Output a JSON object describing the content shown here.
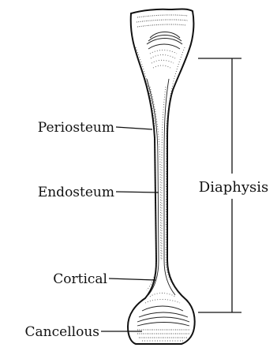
{
  "labels": {
    "periosteum": "Periosteum",
    "endosteum": "Endosteum",
    "cortical": "Cortical",
    "cancellous": "Cancellous",
    "diaphysis": "Diaphysis"
  }
}
